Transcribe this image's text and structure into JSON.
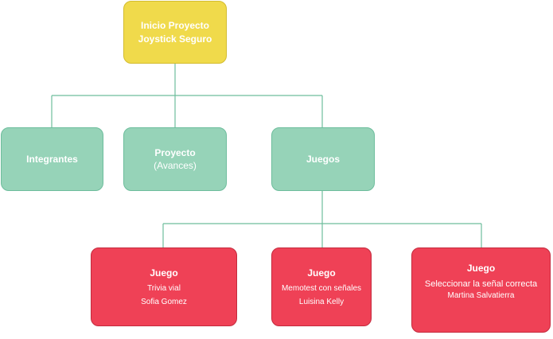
{
  "colors": {
    "root": "#f0da4b",
    "level1": "#96d3b8",
    "level2": "#ef4156",
    "connector": "#6dbd9c"
  },
  "root": {
    "line1": "Inicio Proyecto",
    "line2": "Joystick Seguro"
  },
  "level1": {
    "integrantes": {
      "label": "Integrantes"
    },
    "proyecto": {
      "label": "Proyecto",
      "sublabel": "(Avances)"
    },
    "juegos": {
      "label": "Juegos"
    }
  },
  "games": [
    {
      "title": "Juego",
      "line1": "Trivia vial",
      "line2": "Sofia Gomez"
    },
    {
      "title": "Juego",
      "line1": "Memotest con señales",
      "line2": "Luisina Kelly"
    },
    {
      "title": "Juego",
      "line1": "Seleccionar la señal correcta",
      "line2": "Martina Salvatierra"
    }
  ]
}
